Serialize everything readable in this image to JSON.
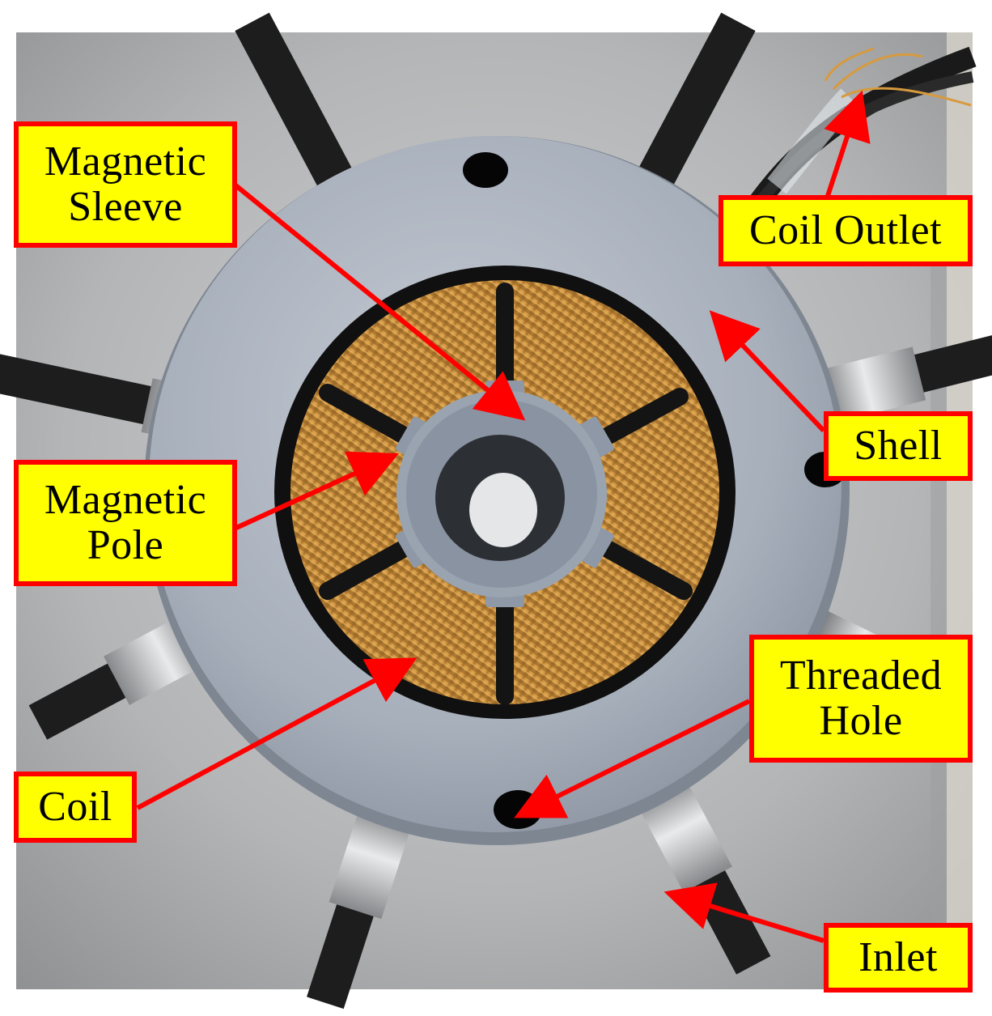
{
  "colors": {
    "label_fill": "#ffff00",
    "label_border": "#ff0000",
    "arrow": "#ff0000",
    "coil_copper": "#c98f3c",
    "shell_metal": "#a9b1bd",
    "background_steel": "#b6b7b8"
  },
  "labels": {
    "magnetic_sleeve": {
      "line1": "Magnetic",
      "line2": "Sleeve"
    },
    "coil_outlet": {
      "line1": "Coil Outlet"
    },
    "shell": {
      "line1": "Shell"
    },
    "magnetic_pole": {
      "line1": "Magnetic",
      "line2": "Pole"
    },
    "threaded_hole": {
      "line1": "Threaded",
      "line2": "Hole"
    },
    "coil": {
      "line1": "Coil"
    },
    "inlet": {
      "line1": "Inlet"
    }
  }
}
